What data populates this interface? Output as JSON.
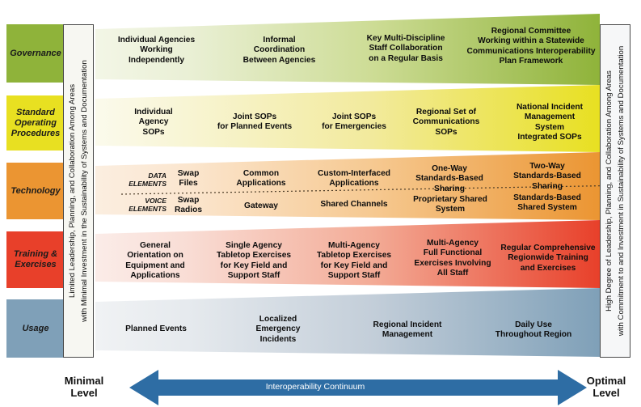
{
  "title": "Interoperability Continuum",
  "colors": {
    "governance": "#8fb33a",
    "sop": "#e8e021",
    "technology": "#eb9532",
    "training": "#e8402a",
    "usage": "#7fa0b8",
    "arrow": "#2e6da4",
    "arrow_text": "#ffffff"
  },
  "side_labels": {
    "left": {
      "line1": "Limited Leadership, Planning, and Collaboration Among Areas",
      "line2": "with Minimal Investment in the Sustainability of Systems and Documentation"
    },
    "right": {
      "line1": "High Degree of Leadership, Planning, and Collaboration Among Areas",
      "line2": "with Commitment to and Investment in Sustainability of Systems and Documentation"
    }
  },
  "categories": [
    {
      "id": "governance",
      "label": "Governance"
    },
    {
      "id": "sop",
      "label": "Standard\nOperating\nProcedures"
    },
    {
      "id": "technology",
      "label": "Technology"
    },
    {
      "id": "training",
      "label": "Training &\nExercises"
    },
    {
      "id": "usage",
      "label": "Usage"
    }
  ],
  "rows": {
    "governance": {
      "label": "Governance",
      "cells": [
        "Individual Agencies\nWorking\nIndependently",
        "Informal\nCoordination\nBetween Agencies",
        "Key Multi-Discipline\nStaff Collaboration\non a Regular Basis",
        "Regional Committee\nWorking within a Statewide\nCommunications Interoperability\nPlan Framework"
      ]
    },
    "sop": {
      "label": "Standard Operating Procedures",
      "cells": [
        "Individual\nAgency\nSOPs",
        "Joint SOPs\nfor Planned Events",
        "Joint SOPs\nfor Emergencies",
        "Regional Set of\nCommunications\nSOPs",
        "National Incident\nManagement\nSystem\nIntegrated SOPs"
      ]
    },
    "technology": {
      "label": "Technology",
      "element_labels": {
        "data": "DATA\nELEMENTS",
        "voice": "VOICE\nELEMENTS"
      },
      "data_cells": [
        "Swap\nFiles",
        "Common\nApplications",
        "Custom-Interfaced\nApplications",
        "One-Way\nStandards-Based\nSharing",
        "Two-Way\nStandards-Based\nSharing"
      ],
      "voice_cells": [
        "Swap\nRadios",
        "Gateway",
        "Shared Channels",
        "Proprietary Shared\nSystem",
        "Standards-Based\nShared System"
      ]
    },
    "training": {
      "label": "Training & Exercises",
      "cells": [
        "General\nOrientation on\nEquipment and\nApplications",
        "Single Agency\nTabletop Exercises\nfor Key Field and\nSupport Staff",
        "Multi-Agency\nTabletop Exercises\nfor Key Field and\nSupport Staff",
        "Multi-Agency\nFull Functional\nExercises Involving\nAll Staff",
        "Regular Comprehensive\nRegionwide Training\nand Exercises"
      ]
    },
    "usage": {
      "label": "Usage",
      "cells": [
        "Planned Events",
        "Localized\nEmergency\nIncidents",
        "Regional Incident\nManagement",
        "Daily Use\nThroughout Region"
      ]
    }
  },
  "bottom": {
    "minimal": "Minimal\nLevel",
    "optimal": "Optimal\nLevel",
    "continuum": "Interoperability Continuum"
  }
}
